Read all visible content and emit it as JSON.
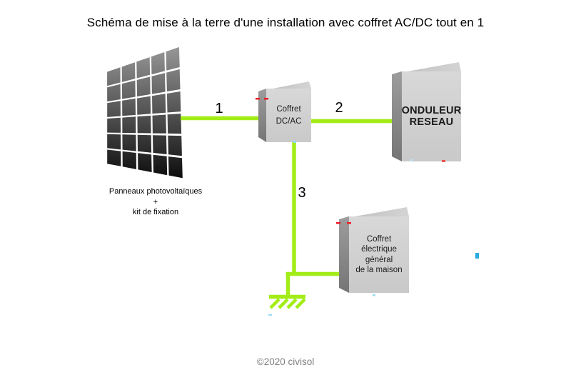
{
  "title": "Schéma de mise à la terre d'une installation avec coffret AC/DC tout en 1",
  "footer": "©2020 civisol",
  "colors": {
    "wire": "#a2ed17",
    "box_front": "#d2d2d2",
    "box_side": "#868686",
    "box_top": "#c9c9c9",
    "panel_top": "#989898",
    "panel_bottom": "#0c0c0c",
    "artifact_red": "#ed1c24",
    "artifact_blue": "#29abe2",
    "footer_text": "#808080"
  },
  "diagram": {
    "panel": {
      "rows": 6,
      "cols": 5,
      "caption_line1": "Panneaux photovoltaïques",
      "caption_line2": "+",
      "caption_line3": "kit de fixation"
    },
    "boxes": [
      {
        "id": "coffret-dcac",
        "label_lines": [
          "Coffret",
          "DC/AC"
        ]
      },
      {
        "id": "onduleur-reseau",
        "label_lines": [
          "ONDULEUR",
          "RESEAU"
        ]
      },
      {
        "id": "coffret-general",
        "label_lines": [
          "Coffret",
          "électrique",
          "général",
          "de la maison"
        ]
      }
    ],
    "wire_labels": [
      "1",
      "2",
      "3"
    ]
  }
}
